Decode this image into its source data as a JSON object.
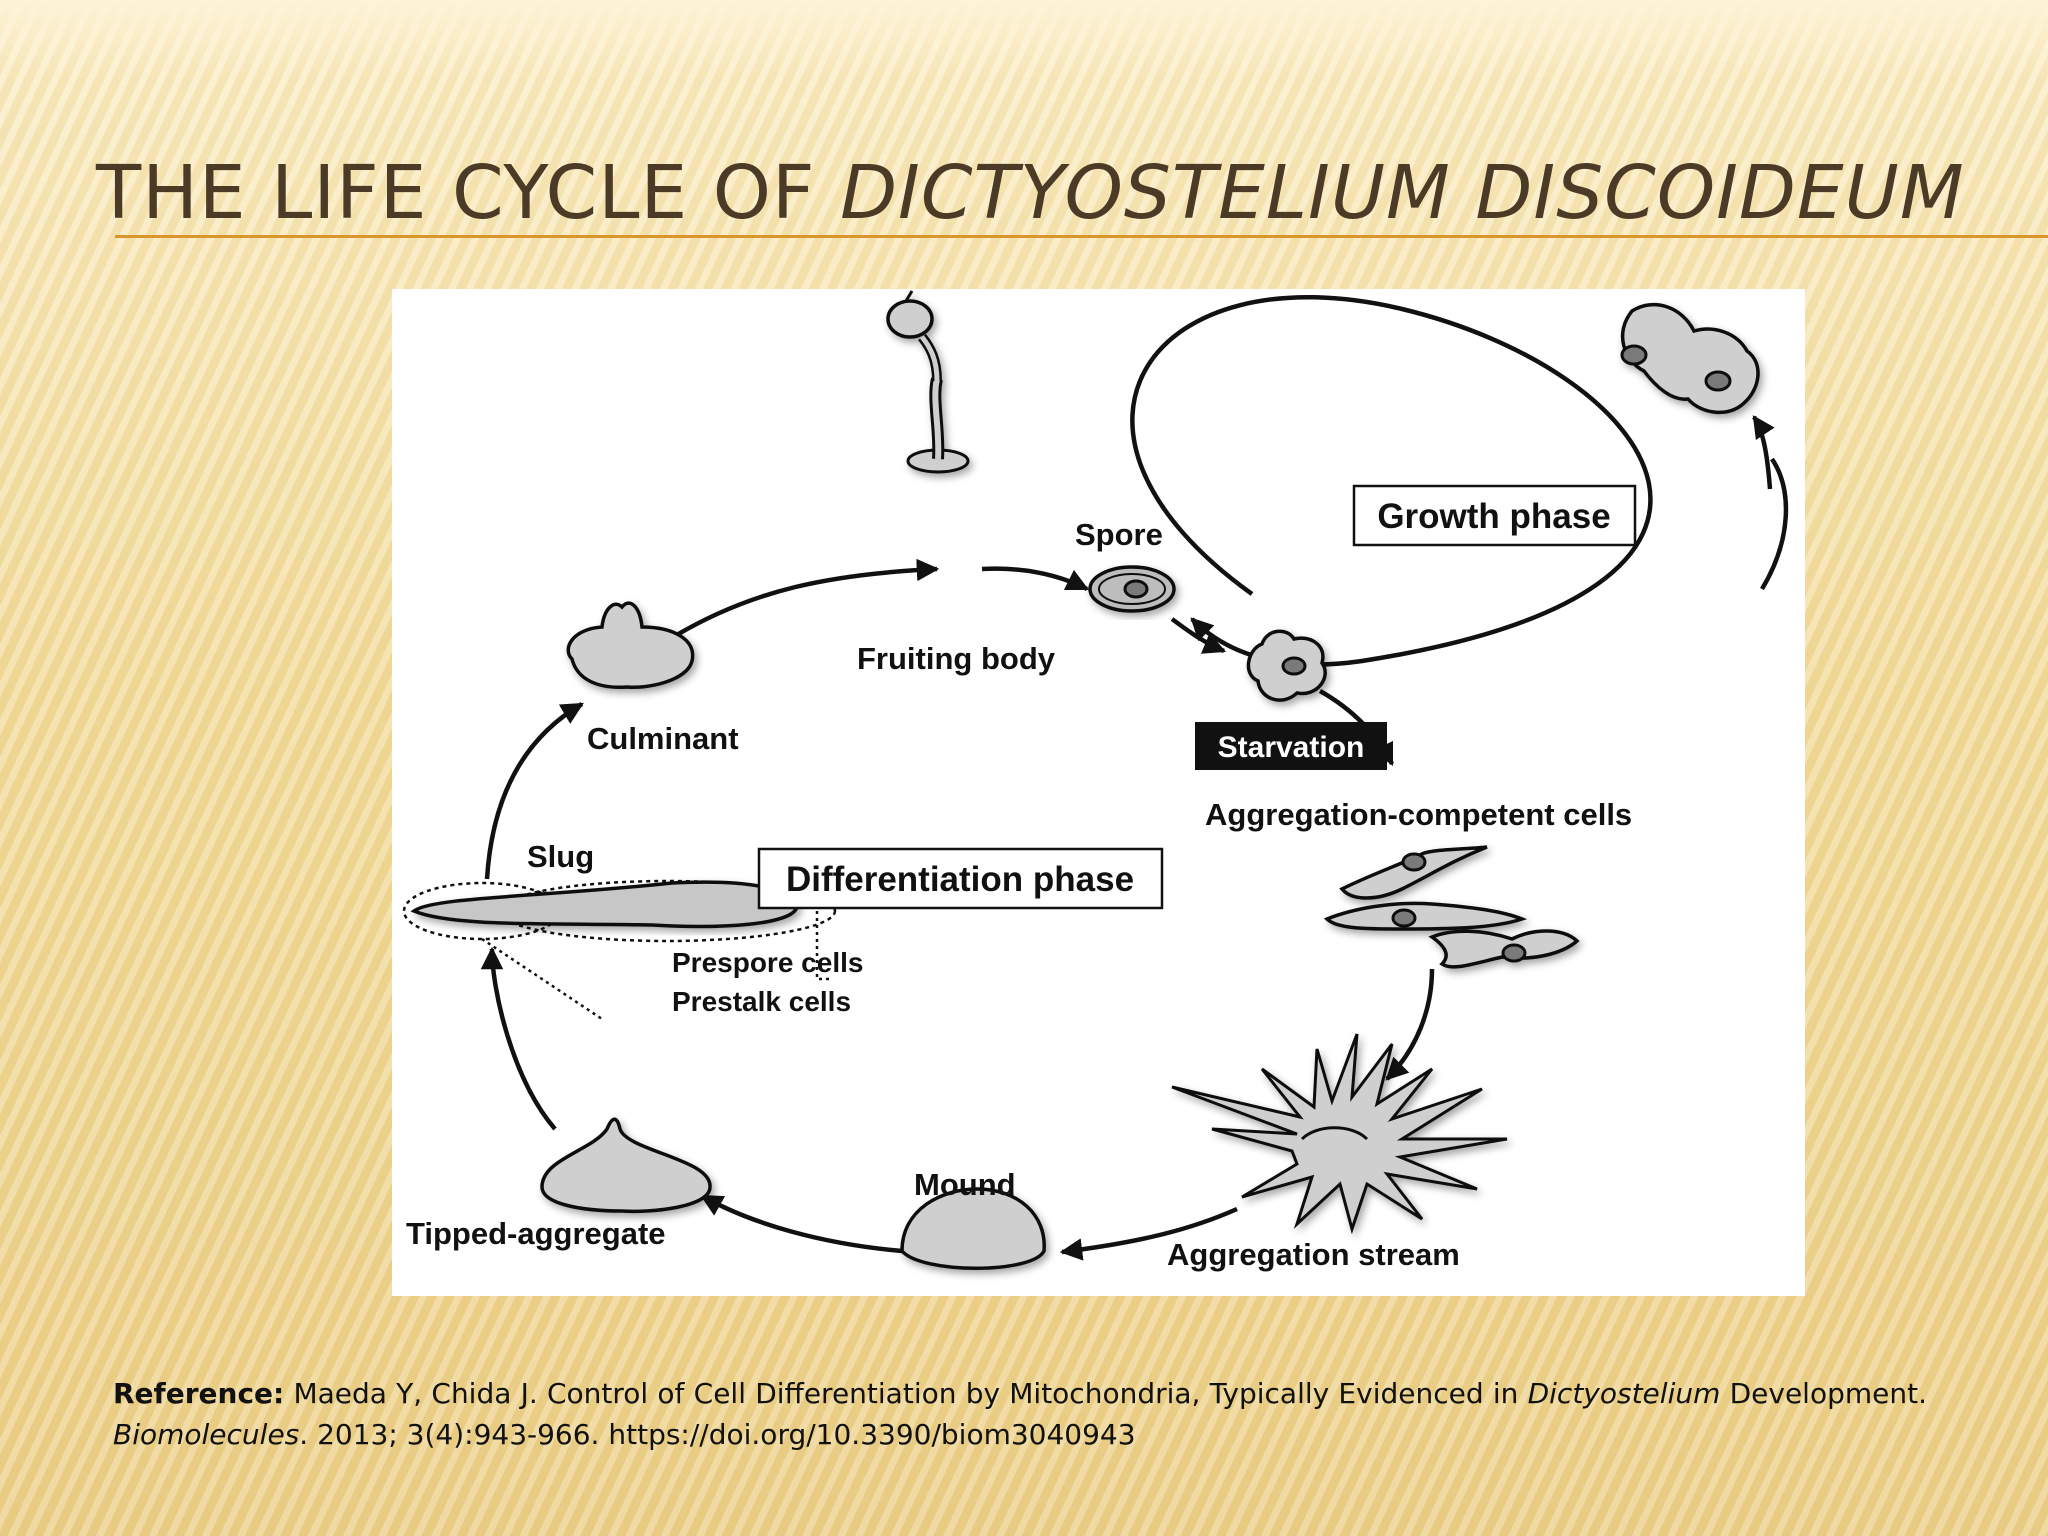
{
  "slide": {
    "title_plain": "THE LIFE CYCLE OF ",
    "title_italic": "DICTYOSTELIUM DISCOIDEUM"
  },
  "diagram": {
    "phases": {
      "growth": "Growth phase",
      "differentiation": "Differentiation phase"
    },
    "starvation_label": "Starvation",
    "stages": {
      "spore": "Spore",
      "fruiting_body": "Fruiting body",
      "culminant": "Culminant",
      "slug": "Slug",
      "prespore_cells": "Prespore cells",
      "prestalk_cells": "Prestalk cells",
      "aggregation_competent": "Aggregation-competent cells",
      "aggregation_stream": "Aggregation stream",
      "mound": "Mound",
      "tipped_aggregate": "Tipped-aggregate"
    }
  },
  "reference": {
    "label": "Reference:",
    "authors_title": " Maeda Y, Chida J. Control of Cell Differentiation by Mitochondria, Typically Evidenced in ",
    "italic_organism": "Dictyostelium",
    "development": " Development. ",
    "italic_journal": "Biomolecules",
    "citation": ". 2013; 3(4):943-966. https://doi.org/10.3390/biom3040943"
  }
}
